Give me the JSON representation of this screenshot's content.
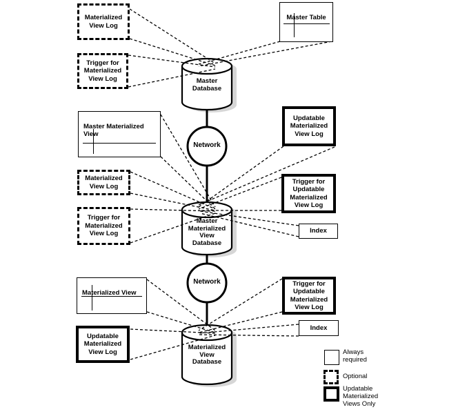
{
  "nodes": {
    "mv_log_top": "Materialized\nView Log",
    "trigger_mv_log_top": "Trigger for\nMaterialized\nView Log",
    "master_table": "Master Table",
    "master_database": "Master\nDatabase",
    "network_top": "Network",
    "master_materialized_view": "Master Materialized\nView",
    "updatable_mv_log_right": "Updatable\nMaterialized\nView Log",
    "mv_log_mid": "Materialized\nView Log",
    "trigger_mv_log_mid": "Trigger for\nMaterialized\nView Log",
    "trigger_updatable_mv_log_mid": "Trigger for\nUpdatable\nMaterialized\nView Log",
    "index_mid": "Index",
    "master_mv_database": "Master\nMaterialized\nView\nDatabase",
    "network_bottom": "Network",
    "materialized_view": "Materialized View",
    "updatable_mv_log_bottom": "Updatable\nMaterialized\nView Log",
    "trigger_updatable_mv_log_bottom": "Trigger for\nUpdatable\nMaterialized\nView Log",
    "index_bottom": "Index",
    "mv_database": "Materialized\nView\nDatabase"
  },
  "legend": {
    "always": "Always\nrequired",
    "optional": "Optional",
    "updatable": "Updatable\nMaterialized\nViews Only"
  },
  "colors": {
    "line": "#000000",
    "shadow": "#d6d6d6",
    "background": "#ffffff"
  }
}
